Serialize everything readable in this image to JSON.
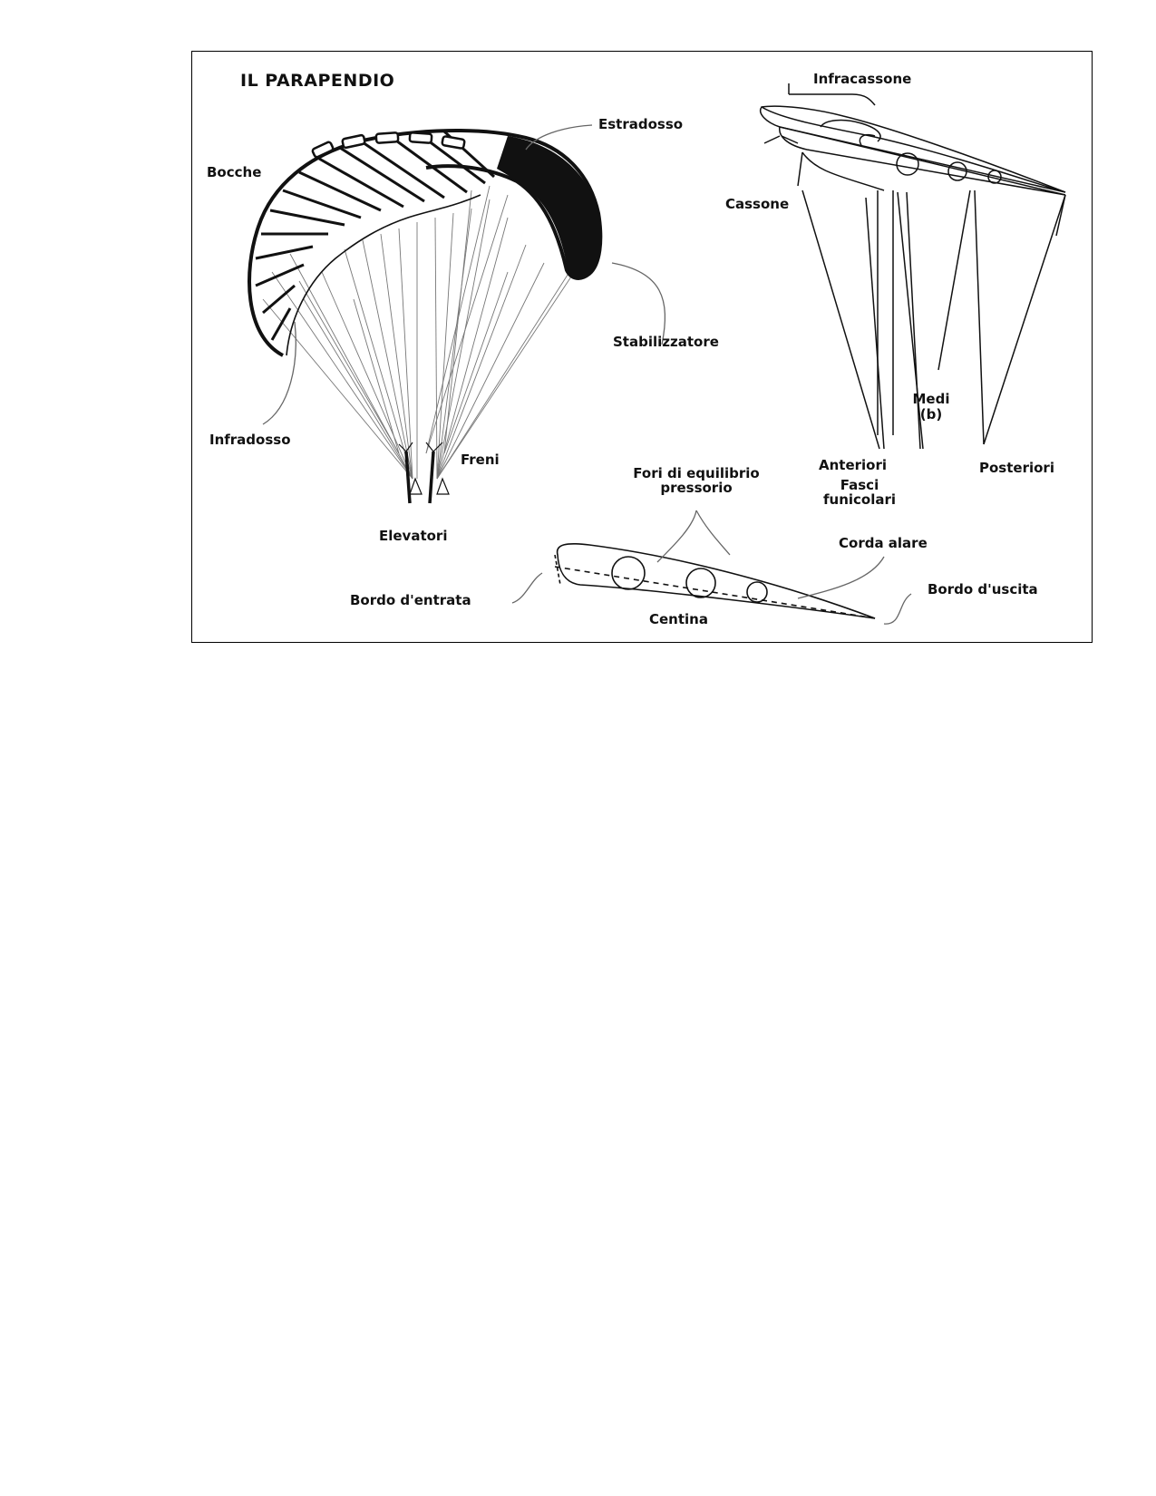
{
  "title": "IL PARAPENDIO",
  "labels": {
    "estradosso": "Estradosso",
    "bocche": "Bocche",
    "stabilizzatore": "Stabilizzatore",
    "infradosso": "Infradosso",
    "freni": "Freni",
    "elevatori": "Elevatori",
    "infracassone": "Infracassone",
    "cassone": "Cassone",
    "medi_line1": "Medi",
    "medi_line2": "(b)",
    "anteriori": "Anteriori",
    "fasci_line1": "Fasci",
    "fasci_line2": "funicolari",
    "posteriori": "Posteriori",
    "fori_line1": "Fori di equilibrio",
    "fori_line2": "pressorio",
    "corda_alare": "Corda alare",
    "bordo_entrata": "Bordo d'entrata",
    "bordo_uscita": "Bordo d'uscita",
    "centina": "Centina"
  },
  "colors": {
    "ink": "#111111",
    "line": "#555555",
    "background": "#ffffff"
  }
}
